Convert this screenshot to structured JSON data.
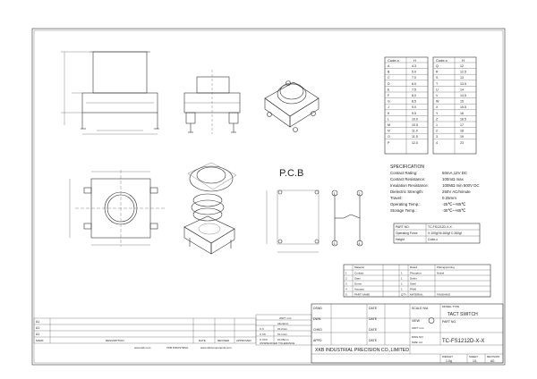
{
  "code_table_left": {
    "headers": [
      "Code-x",
      "H"
    ],
    "rows": [
      [
        "A",
        "4.3"
      ],
      [
        "B",
        "5.0"
      ],
      [
        "C",
        "7.0"
      ],
      [
        "D",
        "6.0"
      ],
      [
        "E",
        "7.5"
      ],
      [
        "F",
        "8.0"
      ],
      [
        "G",
        "8.5"
      ],
      [
        "J",
        "9.0"
      ],
      [
        "K",
        "9.5"
      ],
      [
        "L",
        "10.0"
      ],
      [
        "M",
        "10.5"
      ],
      [
        "N",
        "11.0"
      ],
      [
        "O",
        "11.5"
      ],
      [
        "P",
        "12.0"
      ]
    ]
  },
  "code_table_right": {
    "headers": [
      "Code-x",
      "H"
    ],
    "rows": [
      [
        "Q",
        "12"
      ],
      [
        "R",
        "12.5"
      ],
      [
        "S",
        "13"
      ],
      [
        "T",
        "13.5"
      ],
      [
        "U",
        "14"
      ],
      [
        "V",
        "14.5"
      ],
      [
        "W",
        "15"
      ],
      [
        "X",
        "15.5"
      ],
      [
        "Y",
        "16"
      ],
      [
        "Z",
        "16.5"
      ],
      [
        "1",
        "17"
      ],
      [
        "2",
        "18"
      ],
      [
        "3",
        "19"
      ],
      [
        "4",
        "23"
      ]
    ]
  },
  "pcb_title": "P.C.B",
  "specification": {
    "title": "SPECIFICATION",
    "rows": [
      [
        "Contact Rating:",
        "50mA,12V DC"
      ],
      [
        "Contact Resistance:",
        "100mΩ max"
      ],
      [
        "Insulation Resistance:",
        "100MΩ min 500V DC"
      ],
      [
        "Dielectric Strength:",
        "250V AC/minute"
      ],
      [
        "Travel:",
        "0.25mm"
      ],
      [
        "Operating Temp.:",
        "-25℃~+85℃"
      ],
      [
        "Storage Temp.:",
        "-30℃~+85℃"
      ]
    ]
  },
  "part_info": {
    "rows": [
      [
        "PART NO.",
        "TC-FS1212D-X-X"
      ],
      [
        "Operating Force",
        "X:100gf M:160gf C:260gf"
      ],
      [
        "Height",
        "Code-x"
      ]
    ]
  },
  "materials": {
    "headers": [
      "",
      "Material",
      "",
      "",
      "Rated",
      "Plating/printing"
    ],
    "rows": [
      [
        "1",
        "Contact",
        "",
        "1",
        "Phosphor",
        "Nickel"
      ],
      [
        "2",
        "Stem",
        "",
        "1",
        "Delrin",
        ""
      ],
      [
        "3",
        "Dome",
        "",
        "1",
        "Steel",
        ""
      ],
      [
        "4",
        "Actuator",
        "",
        "1",
        "PA66",
        ""
      ],
      [
        "5",
        "PART NAME",
        "",
        "QTY",
        "MATERIAL",
        "FINISHING"
      ]
    ]
  },
  "title_block": {
    "rows_left": [
      "DSND",
      "DWN",
      "CHKD",
      "APPD"
    ],
    "date_label": "DATE",
    "scale_label": "SCALE N/A",
    "model_label": "MODEL TYPE",
    "model_value": "TACT SWITCH",
    "view_label": "VIEW",
    "part_no_label": "PART NO.",
    "unit_label": "UNIT: mm",
    "dwg_label": "DWG NO.",
    "size_label": "SIZE: A4",
    "dwg_no": "TC-FS1212D-X-X",
    "company": "XKB INDUSTRIAL PRECISION CO.,LIMITED",
    "weight_label": "WEIGHT",
    "sheet_label": "SHEET",
    "revision_label": "REVISION",
    "weight_value": "1.0g",
    "sheet_value": "1/1",
    "revision_value": "A0"
  },
  "tolerance": {
    "unit": "UNIT: mm",
    "tolerance_label": "tolerance",
    "rows": [
      [
        "X.X",
        "±0.2mm"
      ],
      [
        "X.XX",
        "±0.1mm"
      ],
      [
        "X.XXX",
        "±0.05mm"
      ]
    ],
    "note": "UNSPECIFIED TOLERANCE"
  },
  "revision_table": {
    "rows": [
      [
        "A1",
        ""
      ],
      [
        "A1",
        ""
      ],
      [
        "A1",
        ""
      ]
    ],
    "headers": [
      "MARK",
      "DESCRIPTION",
      "DATE",
      "REVISED",
      "APPROVED"
    ],
    "footer_left": "www.xkb.com",
    "footer_mid": "XKB INDUSTRIAL",
    "footer_right": "www.xkbcomponents.com"
  },
  "pin_labels": [
    "1",
    "2",
    "3",
    "4"
  ]
}
